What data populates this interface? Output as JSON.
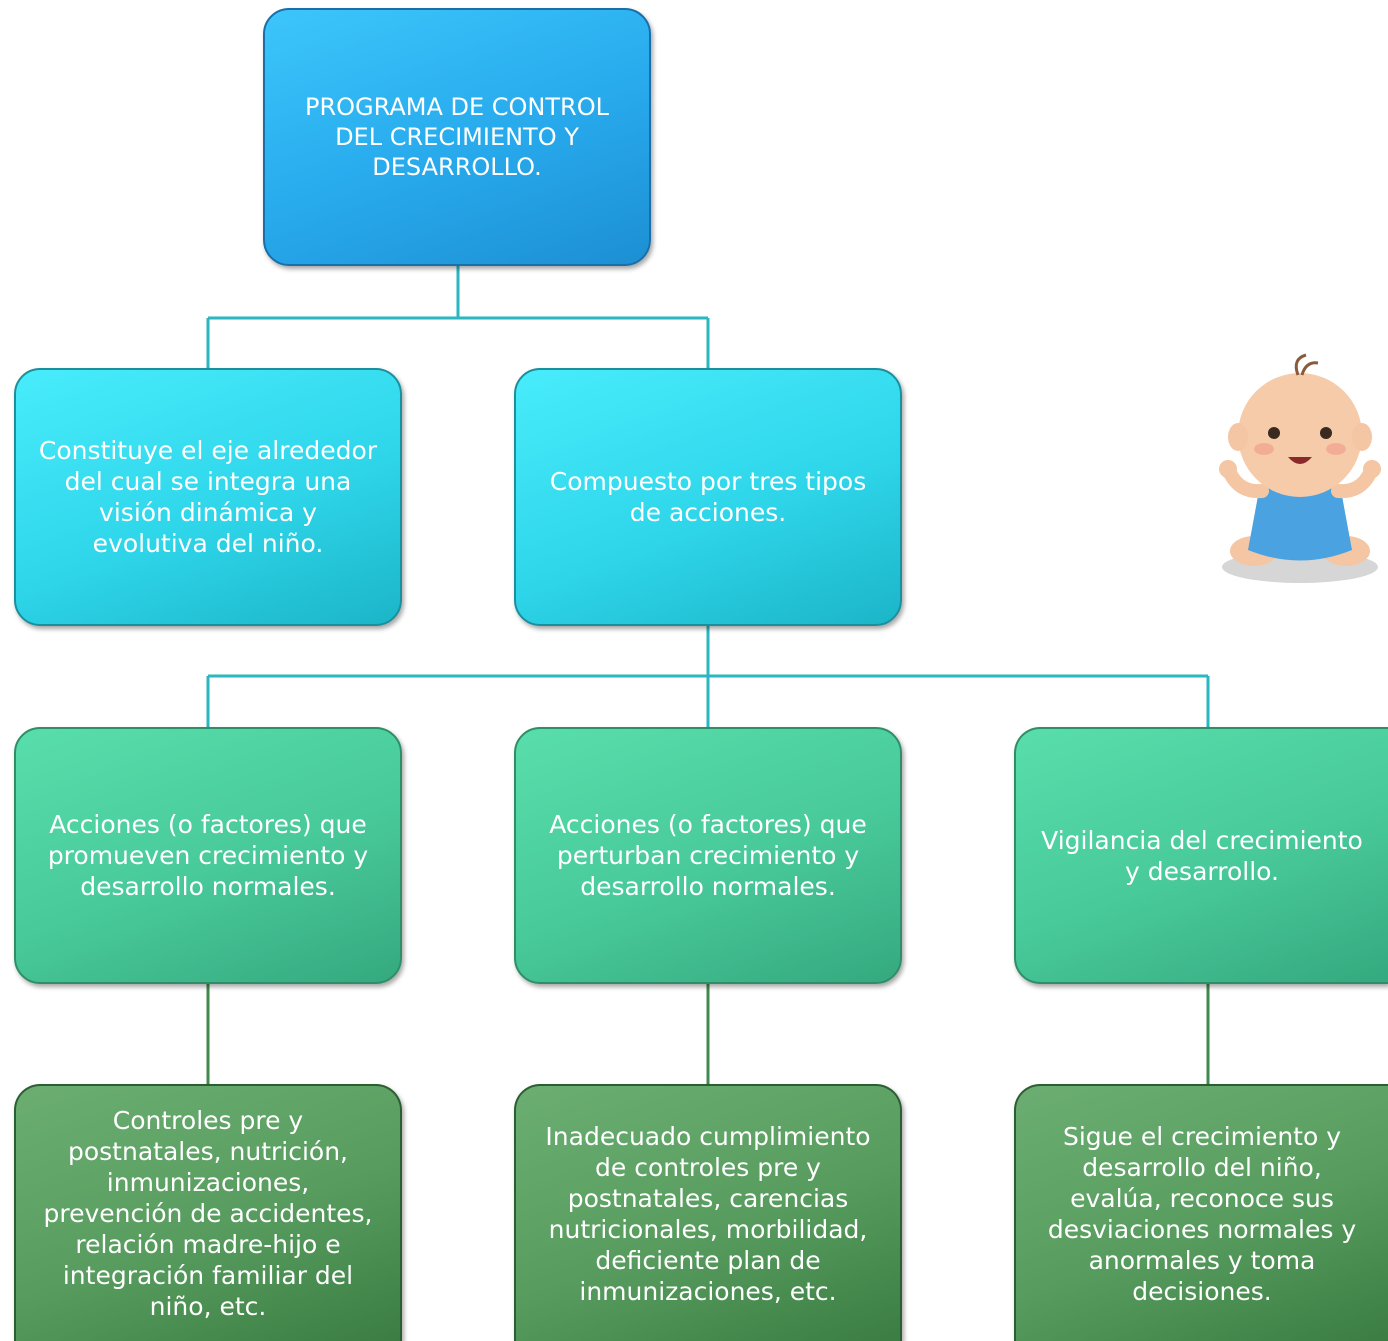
{
  "diagram": {
    "root": "PROGRAMA DE CONTROL DEL CRECIMIENTO Y DESARROLLO.",
    "level1": [
      "Constituye el eje alrededor del cual se integra una visión dinámica y evolutiva del niño.",
      "Compuesto por tres tipos de acciones."
    ],
    "level2": [
      "Acciones (o factores) que promueven crecimiento y desarrollo normales.",
      "Acciones (o factores) que perturban crecimiento y desarrollo normales.",
      "Vigilancia del crecimiento y desarrollo."
    ],
    "level3": [
      "Controles pre y postnatales, nutrición, inmunizaciones, prevención de accidentes, relación madre-hijo e integración familiar del niño, etc.",
      "Inadecuado cumplimiento de controles pre y postnatales, carencias nutricionales, morbilidad, deficiente plan de inmunizaciones, etc.",
      "Sigue el crecimiento y desarrollo del niño, evalúa, reconoce sus desviaciones normales y anormales y toma decisiones."
    ]
  },
  "colors": {
    "root": "#2aaef0",
    "level1": "#34dcee",
    "level2": "#4ccf9f",
    "level3": "#5fa266",
    "connector_top": "#2ab7c2",
    "connector_bottom": "#3f8a4c"
  },
  "decoration": {
    "illustration": "baby-icon"
  }
}
